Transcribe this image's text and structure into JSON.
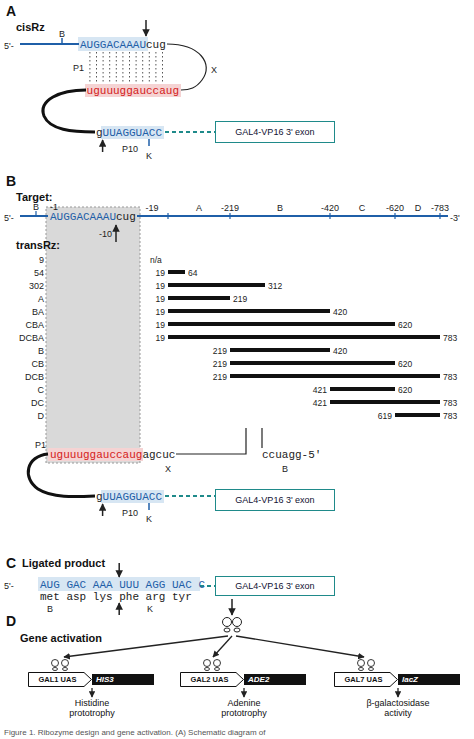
{
  "diagram": {
    "caption": "Figure 1. Ribozyme design and gene activation. (A) Schematic diagram of",
    "nodes": [
      {
        "text": [
          "GAL4-VP16 3' exon"
        ]
      },
      {
        "text": [
          "GAL4-VP16 3' exon"
        ]
      },
      {
        "text": [
          "GAL4-VP16 3' exon"
        ]
      },
      {
        "text": [
          "GAL1 UAS"
        ]
      },
      {
        "text": [
          "HIS3"
        ]
      },
      {
        "text": [
          "GAL2 UAS"
        ]
      },
      {
        "text": [
          "ADE2"
        ]
      },
      {
        "text": [
          "GAL7 UAS"
        ]
      },
      {
        "text": [
          "lacZ"
        ]
      }
    ],
    "labels": [
      "A",
      "cisRz",
      "B",
      "5'-",
      "AUGGACAAAU",
      "cug",
      "X",
      "P1",
      "uguuuggauccaug",
      "g",
      "UUAGGUACC",
      "P10",
      "K",
      "B",
      "Target:",
      "B",
      "-1",
      "5'-",
      "AUGGACAAAU",
      "cug",
      "-19",
      "A",
      "-219",
      "B",
      "-420",
      "C",
      "-620",
      "D",
      "-783",
      "-3'",
      "-10",
      "transRz:",
      "9",
      "n/a",
      "54",
      "19",
      "64",
      "302",
      "19",
      "312",
      "A",
      "19",
      "219",
      "BA",
      "19",
      "420",
      "CBA",
      "19",
      "620",
      "DCBA",
      "19",
      "783",
      "B",
      "219",
      "420",
      "CB",
      "219",
      "620",
      "DCB",
      "219",
      "783",
      "C",
      "421",
      "620",
      "DC",
      "421",
      "783",
      "D",
      "619",
      "783",
      "P1",
      "uguuuggauccaug",
      "agcuc",
      "ccuagg-5'",
      "X",
      "B",
      "g",
      "UUAGGUACC",
      "P10",
      "K",
      "C",
      "Ligated product",
      "5'-",
      "AUG GAC AAA UUU AGG UAC C",
      "met asp lys phe arg tyr",
      "B",
      "K",
      "D",
      "Gene activation",
      "Histidine prototrophy",
      "Adenine prototrophy",
      "β-galactosidase activity"
    ]
  }
}
